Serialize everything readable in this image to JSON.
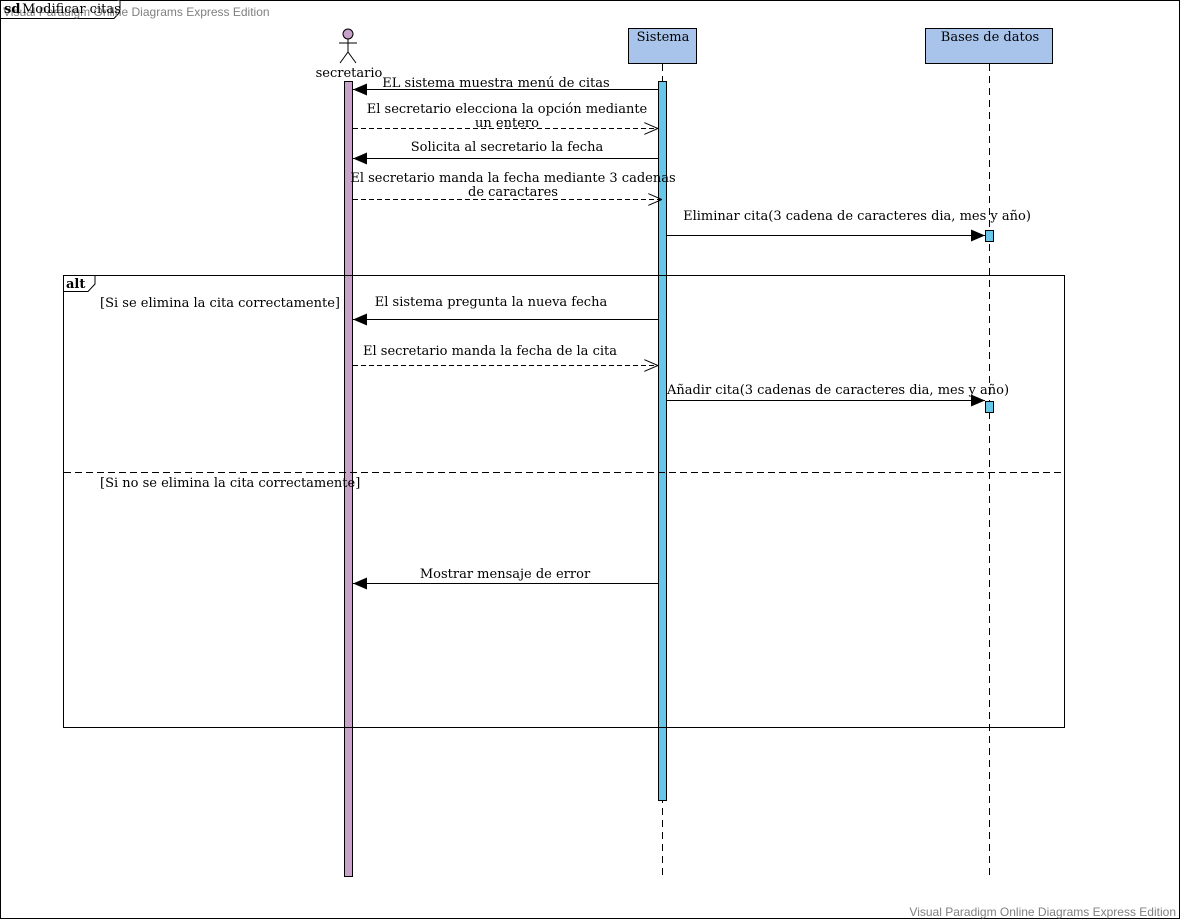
{
  "frame": {
    "keyword": "sd",
    "name": "Modificar citas"
  },
  "watermark": "Visual Paradigm Online Diagrams Express Edition",
  "colors": {
    "actor_fill": "#c8a2c8",
    "actor_bar": "#c8a2c8",
    "system_fill": "#a9c4eb",
    "activation": "#66c7e8",
    "line": "#000000",
    "watermark": "#808080"
  },
  "lifelines": {
    "actor": {
      "label": "secretario",
      "icon": "stick-figure-actor-icon"
    },
    "sistema": {
      "label": "Sistema"
    },
    "bd": {
      "label": "Bases de datos"
    }
  },
  "messages": [
    {
      "text": [
        "EL sistema muestra menú de citas"
      ],
      "from": "sistema",
      "to": "actor",
      "kind": "sync"
    },
    {
      "text": [
        "El secretario elecciona la opción mediante",
        "un entero"
      ],
      "from": "actor",
      "to": "sistema",
      "kind": "reply"
    },
    {
      "text": [
        "Solicita al secretario la fecha"
      ],
      "from": "sistema",
      "to": "actor",
      "kind": "sync"
    },
    {
      "text": [
        "El secretario manda la fecha mediante 3 cadenas",
        "de caractares"
      ],
      "from": "actor",
      "to": "sistema",
      "kind": "reply"
    },
    {
      "text": [
        "Eliminar cita(3 cadena de caracteres dia, mes y año)"
      ],
      "from": "sistema",
      "to": "bd",
      "kind": "sync"
    },
    {
      "text": [
        "El sistema pregunta la nueva fecha"
      ],
      "from": "sistema",
      "to": "actor",
      "kind": "sync"
    },
    {
      "text": [
        "El secretario manda la fecha de la cita"
      ],
      "from": "actor",
      "to": "sistema",
      "kind": "reply"
    },
    {
      "text": [
        "Añadir cita(3 cadenas de caracteres dia, mes y año)"
      ],
      "from": "sistema",
      "to": "bd",
      "kind": "sync"
    },
    {
      "text": [
        "Mostrar mensaje de error"
      ],
      "from": "sistema",
      "to": "actor",
      "kind": "sync"
    }
  ],
  "fragment": {
    "operator": "alt",
    "guards": [
      "[Si se elimina la cita correctamente]",
      "[Si no se elimina la cita correctamente]"
    ]
  }
}
